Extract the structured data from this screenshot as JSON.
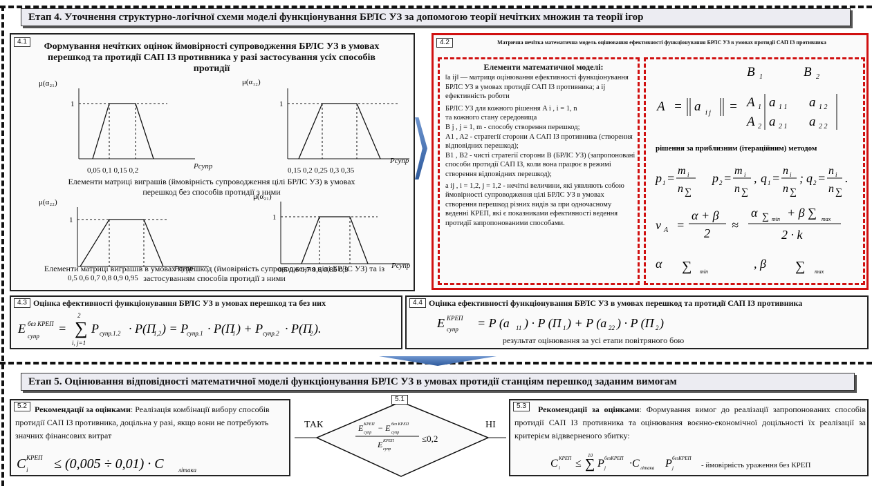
{
  "stage4": {
    "title": "Етап 4. Уточнення структурно-логічної схеми моделі функціонування БРЛС УЗ за допомогою теорії нечітких множин та теорії ігор"
  },
  "stage5": {
    "title": "Етап 5. Оцінювання відповідності математичної моделі функціонування БРЛС УЗ в умовах протидії станціям перешкод заданим вимогам"
  },
  "p41": {
    "num": "4.1",
    "title": "Формування нечітких оцінок ймовірності супроводження БРЛС УЗ в умовах перешкод та протидії САП ІЗ противника у разі застосування усіх способів протидії",
    "charts": [
      {
        "ylabel": "μ(α₂₁)",
        "ytick": "1",
        "xticks": [
          "0,05",
          "0,1",
          "0,15",
          "0,2"
        ],
        "xlabel": "Pсупр"
      },
      {
        "ylabel": "μ(α₁₂)",
        "ytick": "1",
        "xticks": [
          "0,15",
          "0,2",
          "0,25",
          "0,3",
          "0,35"
        ],
        "xlabel": "Pсупр"
      },
      {
        "ylabel": "μ(α₂₂)",
        "ytick": "1",
        "xticks": [
          "0,5",
          "0,6",
          "0,7",
          "0,8",
          "0,9",
          "0,95"
        ],
        "xlabel": "Pсупр"
      },
      {
        "ylabel": "μ(α₂₁)",
        "ytick": "1",
        "xticks": [
          "0,5",
          "0,6",
          "0,7",
          "0,8",
          "0,85",
          "0,9"
        ],
        "xlabel": "Pсупр"
      }
    ],
    "caption1": "Елементи матриці виграшів (ймовірність супроводження цілі БРЛС УЗ) в умовах перешкод без способів протидії з ними",
    "caption2": "Елементи матриці виграшів в умовах перешкод (ймовірність супроводження цілі БРЛС УЗ) та із застосуванням способів протидії з ними"
  },
  "p42": {
    "num": "4.2",
    "title": "Матрична нечітка математична модель оцінювання ефективності функціонування БРЛС УЗ в умовах протидії САП ІЗ противника",
    "elements_title": "Елементи математичної моделі:",
    "lines": [
      "‖a ij‖ — матриця оцінювання ефективності функціонування БРЛС УЗ в умовах протидії САП ІЗ противника; a ij ефективність роботи",
      "БРЛС УЗ для кожного рішення A i , i = 1, n",
      "та кожного стану середовища",
      "B j , j = 1, m - способу створення перешкод;",
      "A1 , A2 - стратегії сторони А САП ІЗ противника (створення відповідних перешкод);",
      "B1 , B2 - чисті стратегії сторони В (БРЛС УЗ) (запропоновані способи протидії САП ІЗ, коли вона працює в режимі створення відповідних перешкод);",
      "a ij , i = 1,2, j = 1,2 - нечіткі величини, які уявляють собою ймовірності супроводження цілі БРЛС УЗ в умовах створення перешкод різних видів за при одночасному веденні КРЕП, які є показниками ефективності ведення протидії запропонованими способами."
    ],
    "method_title": "рішення за приблизним (ітераційним) методом"
  },
  "p43": {
    "num": "4.3",
    "title": "Оцінка ефективності функціонування БРЛС УЗ в умовах перешкод та без них"
  },
  "p44": {
    "num": "4.4",
    "title": "Оцінка ефективності функціонування БРЛС УЗ в умовах перешкод та протидії САП ІЗ противника",
    "result": "результат оцінювання за усі етапи повітряного бою"
  },
  "p51": {
    "num": "5.1",
    "yes": "ТАК",
    "no": "НІ",
    "cond": "≤0,2"
  },
  "p52": {
    "num": "5.2",
    "bold": "Рекомендації за оцінками",
    "text": ": Реалізація комбінації вибору способів протидії САП ІЗ противника, доцільна у разі, якщо вони не потребують значних фінансових витрат"
  },
  "p53": {
    "num": "5.3",
    "bold": "Рекомендації за оцінками",
    "text": ": Формування вимог до реалізації запропонованих способів протидії САП ІЗ противника та оцінювання воєнно-економічної доцільності їх реалізації за критерієм відвверненого збитку:",
    "tail": "- ймовірність ураження без КРЕП"
  }
}
